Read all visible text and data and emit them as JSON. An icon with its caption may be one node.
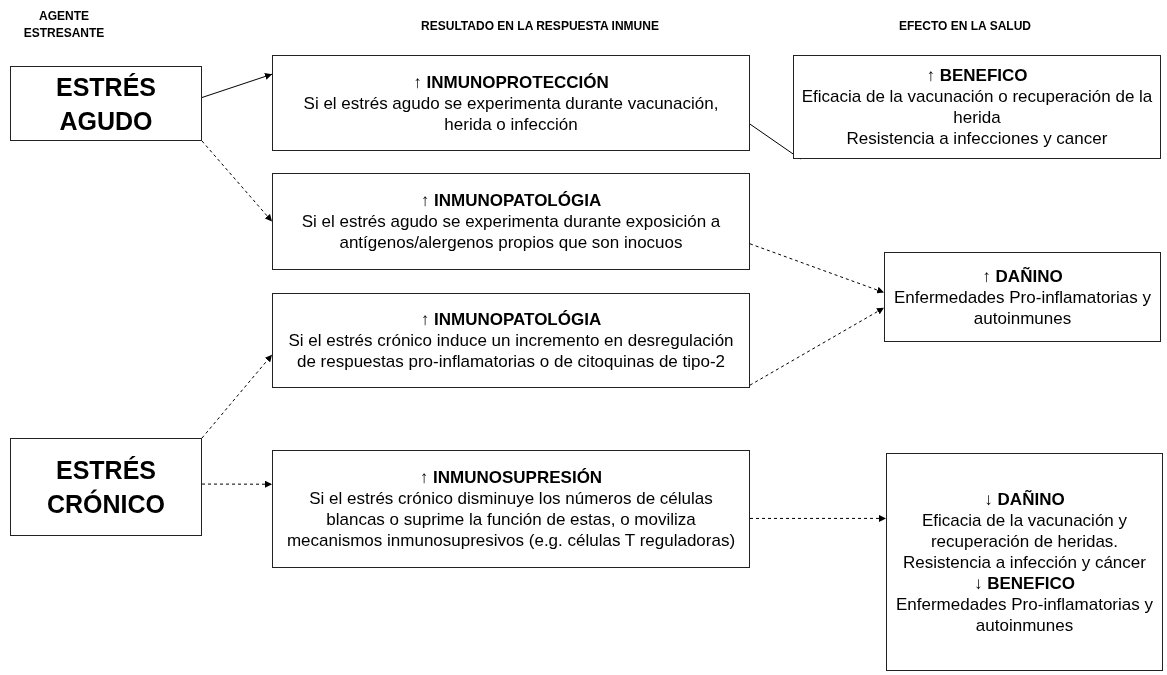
{
  "diagram": {
    "nodes": [
      {
        "text": [
          "ESTRÉS AGUDO"
        ]
      },
      {
        "text": [
          "↑ INMUNOPROTECCIÓN",
          "Si el estrés agudo se experimenta durante vacunación, herida o infección"
        ]
      },
      {
        "text": [
          "↑ BENEFICO",
          "Eficacia de la vacunación o recuperación de la herida",
          "Resistencia a infecciones y cancer"
        ]
      },
      {
        "text": [
          "↑ INMUNOPATOLÓGIA",
          "Si el estrés agudo se experimenta durante exposición a antígenos/alergenos propios que son inocuos"
        ]
      },
      {
        "text": [
          "↑ DAÑINO",
          "Enfermedades Pro-inflamatorias y autoinmunes"
        ]
      },
      {
        "text": [
          "↑ INMUNOPATOLÓGIA",
          "Si el estrés crónico induce un incremento en desregulación de respuestas pro-inflamatorias o de citoquinas de tipo-2"
        ]
      },
      {
        "text": [
          "ESTRÉS CRÓNICO"
        ]
      },
      {
        "text": [
          "↑ INMUNOSUPRESIÓN",
          "Si el estrés crónico disminuye los números de células blancas o suprime la función de estas, o moviliza mecanismos inmunosupresivos (e.g. células T reguladoras)"
        ]
      },
      {
        "text": [
          "↓ DAÑINO",
          "Eficacia de la vacunación y recuperación de heridas. Resistencia a infección y cáncer",
          "↓ BENEFICO",
          "Enfermedades Pro-inflamatorias y autoinmunes"
        ]
      }
    ],
    "edges": [
      {
        "from": 0,
        "to": 1,
        "arrow": "to"
      },
      {
        "from": 1,
        "to": 2,
        "arrow": "to"
      },
      {
        "from": 0,
        "to": 3,
        "arrow": "to",
        "style": "dashed"
      },
      {
        "from": 3,
        "to": 4,
        "arrow": "to",
        "style": "dashed"
      },
      {
        "from": 5,
        "to": 4,
        "arrow": "to",
        "style": "dashed"
      },
      {
        "from": 6,
        "to": 5,
        "arrow": "to",
        "style": "dashed"
      },
      {
        "from": 6,
        "to": 7,
        "arrow": "to",
        "style": "dashed"
      },
      {
        "from": 7,
        "to": 8,
        "arrow": "to",
        "style": "dashed"
      }
    ],
    "labels": [
      "AGENTE ESTRESANTE",
      "RESULTADO EN LA RESPUESTA INMUNE",
      "EFECTO EN LA SALUD"
    ]
  }
}
